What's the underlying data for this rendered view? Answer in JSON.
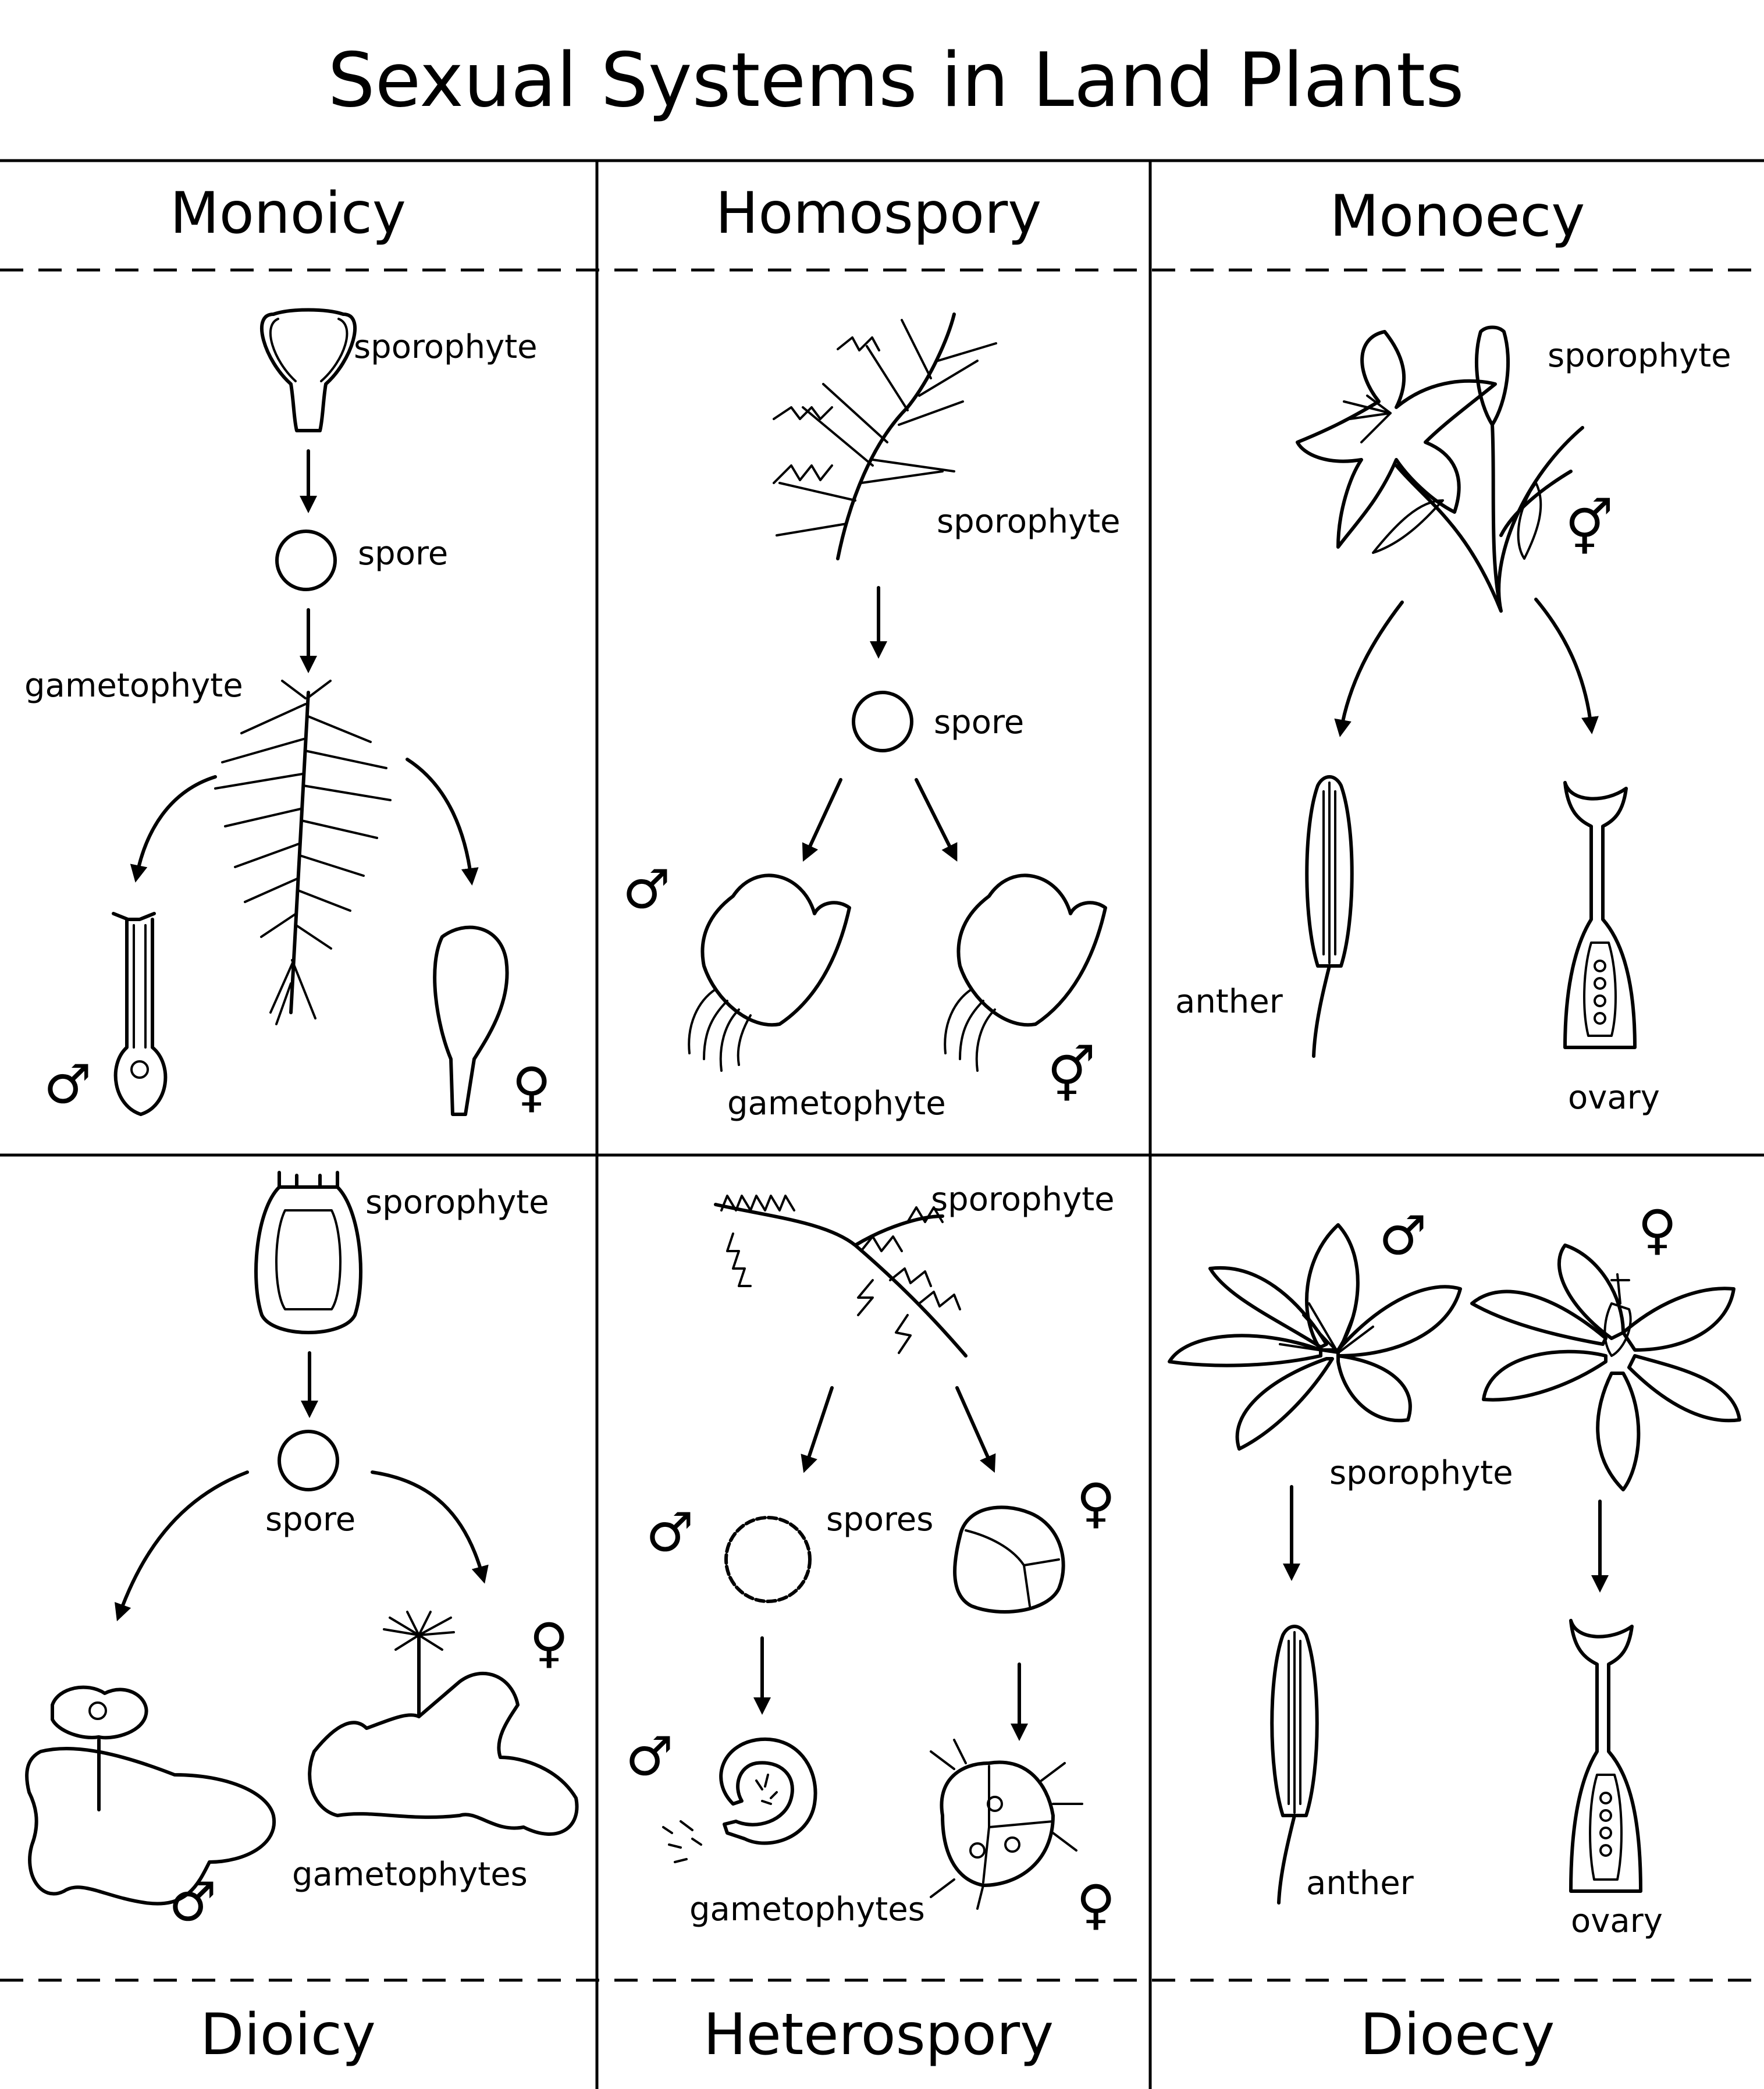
{
  "title": "Sexual Systems in Land Plants",
  "headers": {
    "top": [
      "Monoicy",
      "Homospory",
      "Monoecy"
    ],
    "bottom": [
      "Dioicy",
      "Heterospory",
      "Dioecy"
    ]
  },
  "panels": {
    "monoicy": {
      "sporophyte": "sporophyte",
      "spore": "spore",
      "gametophyte": "gametophyte",
      "male": "♂",
      "female": "♀"
    },
    "homospory": {
      "sporophyte": "sporophyte",
      "spore": "spore",
      "gametophyte": "gametophyte",
      "male": "♂",
      "bisexual": "⚥"
    },
    "monoecy": {
      "sporophyte": "sporophyte",
      "bisexual": "⚥",
      "anther": "anther",
      "ovary": "ovary"
    },
    "dioicy": {
      "sporophyte": "sporophyte",
      "spore": "spore",
      "gametophytes": "gametophytes",
      "male": "♂",
      "female": "♀"
    },
    "heterospory": {
      "sporophyte": "sporophyte",
      "spores": "spores",
      "gametophytes": "gametophytes",
      "male_spore": "♂",
      "female_spore": "♀",
      "male_gam": "♂",
      "female_gam": "♀"
    },
    "dioecy": {
      "male": "♂",
      "female": "♀",
      "sporophyte": "sporophyte",
      "anther": "anther",
      "ovary": "ovary"
    }
  }
}
